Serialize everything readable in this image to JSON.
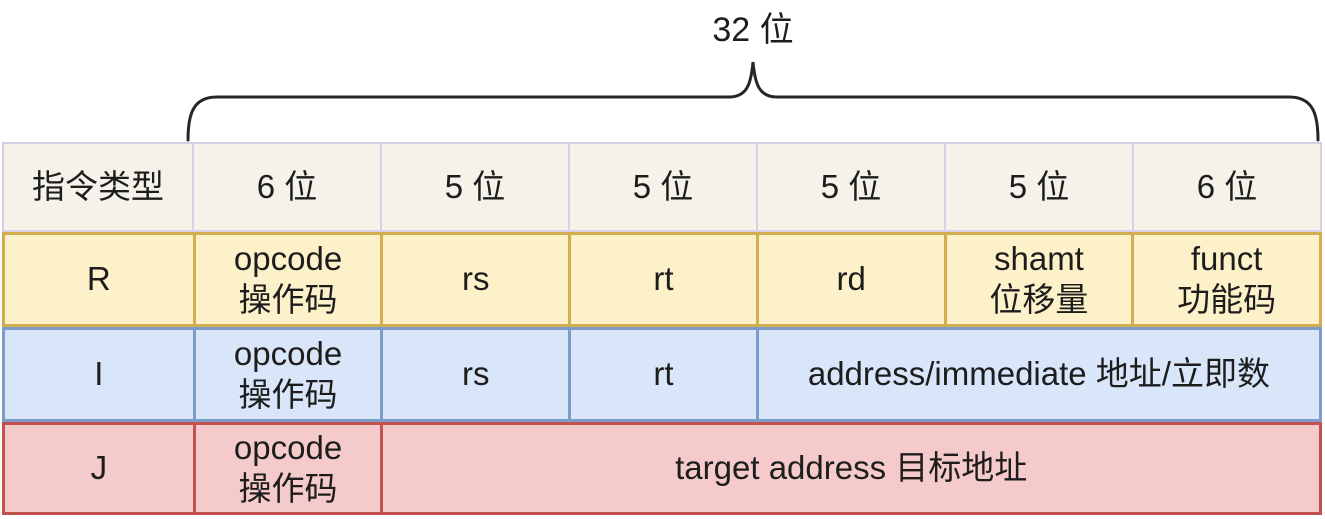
{
  "caption": {
    "label": "32 位"
  },
  "table": {
    "header": {
      "cells": [
        "指令类型",
        "6 位",
        "5 位",
        "5 位",
        "5 位",
        "5 位",
        "6 位"
      ]
    },
    "rows": [
      {
        "type": "R",
        "cells": [
          "R",
          "opcode\n操作码",
          "rs",
          "rt",
          "rd",
          "shamt\n位移量",
          "funct\n功能码"
        ]
      },
      {
        "type": "I",
        "cells": [
          "I",
          "opcode\n操作码",
          "rs",
          "rt",
          "address/immediate 地址/立即数"
        ]
      },
      {
        "type": "J",
        "cells": [
          "J",
          "opcode\n操作码",
          "target address 目标地址"
        ]
      }
    ]
  },
  "colors": {
    "page_background": "#ffffff",
    "text": "#1d1d1d",
    "brace_stroke": "#262626",
    "header_background": "#f5f2ea",
    "header_border": "#d7cfe6",
    "r_row_background": "#fdf1c9",
    "r_row_border": "#d3ae4e",
    "i_row_background": "#d9e5f8",
    "i_row_border": "#7b9cc9",
    "j_row_background": "#f5caca",
    "j_row_border": "#c3514d"
  }
}
